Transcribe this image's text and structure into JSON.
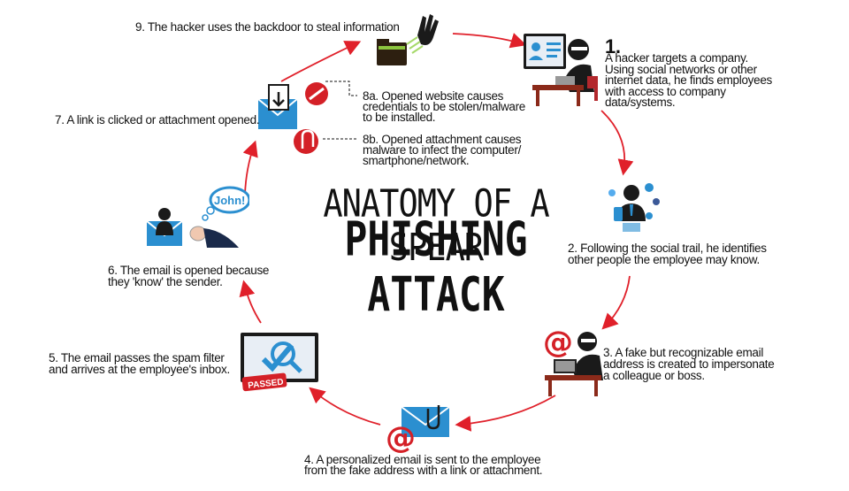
{
  "title": {
    "line1": "ANATOMY OF A SPEAR",
    "line2": "PHISHING ATTACK"
  },
  "steps": {
    "s1": {
      "number": "1.",
      "text": "A hacker targets a company.\nUsing social networks or other\ninternet data, he finds employees\nwith access to company\ndata/systems."
    },
    "s2": {
      "text": "2. Following the social trail, he identifies\nother people the employee may know."
    },
    "s3": {
      "text": "3. A fake but recognizable email\naddress is created to impersonate\na colleague or boss."
    },
    "s4": {
      "text": "4. A personalized email is sent to the employee\nfrom the fake address with a link or attachment."
    },
    "s5": {
      "text": "5. The email passes the spam filter\nand arrives at the employee's inbox."
    },
    "s6": {
      "text": "6. The email is opened because\nthey 'know' the sender."
    },
    "s7": {
      "text": "7. A link is clicked or attachment opened."
    },
    "s8a": {
      "text": "8a. Opened website causes\ncredentials to be stolen/malware\nto be installed."
    },
    "s8b": {
      "text": "8b. Opened attachment causes\nmalware to infect the computer/\nsmartphone/network."
    },
    "s9": {
      "text": "9. The hacker uses the backdoor to steal information"
    }
  },
  "icons": {
    "bubble_name": "John!",
    "stamp_text": "PASSED",
    "at_sign": "@"
  },
  "colors": {
    "arrow": "#e0202a",
    "blue": "#2b8fd0",
    "red": "#d42027",
    "dark": "#1a1a1a",
    "desk": "#8b2a1a"
  }
}
